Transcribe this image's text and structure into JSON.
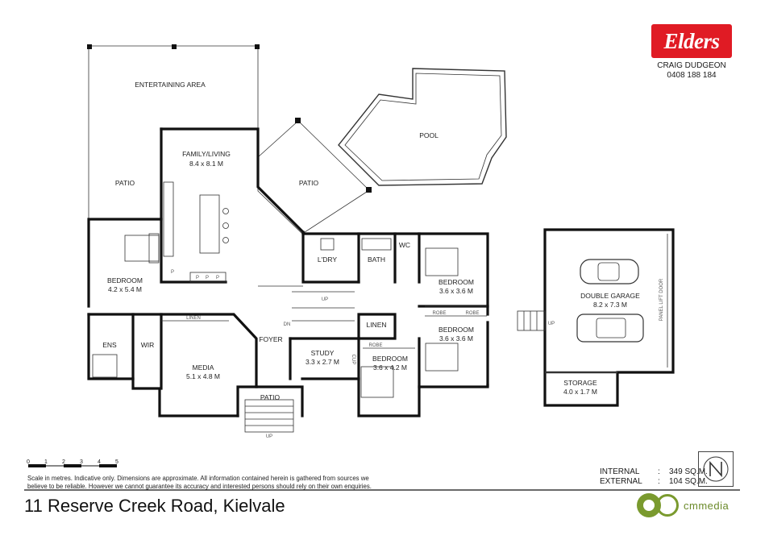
{
  "brand": {
    "logo_text": "Elders",
    "agent_name": "CRAIG DUDGEON",
    "agent_phone": "0408 188 184",
    "accent": "#e01b24"
  },
  "rooms": {
    "entertaining": "ENTERTAINING AREA",
    "family_name": "FAMILY/LIVING",
    "family_size": "8.4 x 8.1 M",
    "patio_west": "PATIO",
    "patio_mid": "PATIO",
    "pool": "POOL",
    "bedroom_main_name": "BEDROOM",
    "bedroom_main_size": "4.2 x 5.4 M",
    "ens": "ENS",
    "wir": "WIR",
    "linen_top": "LINEN",
    "media_name": "MEDIA",
    "media_size": "5.1 x 4.8 M",
    "foyer": "FOYER",
    "study_name": "STUDY",
    "study_size": "3.3 x 2.7 M",
    "patio_front": "PATIO",
    "ldry": "L'DRY",
    "bath": "BATH",
    "wc": "WC",
    "linen": "LINEN",
    "bedroom2_name": "BEDROOM",
    "bedroom2_size": "3.6 x 3.6 M",
    "bedroom3_name": "BEDROOM",
    "bedroom3_size": "3.6 x 3.6 M",
    "bedroom4_name": "BEDROOM",
    "bedroom4_size": "3.6 x 4.2 M",
    "robe1": "ROBE",
    "robe2": "ROBE",
    "robe3": "ROBE",
    "cup": "CUP",
    "dn": "DN",
    "up_stairs": "UP",
    "up_front": "UP",
    "up_garage": "UP",
    "p1": "P",
    "p2": "P",
    "p3": "P",
    "p4": "P",
    "garage_name": "DOUBLE GARAGE",
    "garage_size": "8.2 x 7.3 M",
    "garage_door": "PANEL LIFT DOOR",
    "storage_name": "STORAGE",
    "storage_size": "4.0 x 1.7 M"
  },
  "scale": {
    "ticks": [
      "0",
      "1",
      "2",
      "3",
      "4",
      "5"
    ]
  },
  "disclaimer": {
    "line1": "Scale in metres.  Indicative only.  Dimensions are approximate.  All information contained herein is gathered from sources we",
    "line2": "believe to be reliable.  However we cannot guarantee its accuracy and interested persons should rely on their own enquiries."
  },
  "areas": {
    "internal_label": "INTERNAL",
    "internal_value": "349 SQ.M.",
    "external_label": "EXTERNAL",
    "external_value": "104 SQ.M.",
    "sep": ":"
  },
  "address": "11 Reserve Creek Road, Kielvale",
  "credit": {
    "text": "cmmedia",
    "color": "#7a9a2e"
  }
}
